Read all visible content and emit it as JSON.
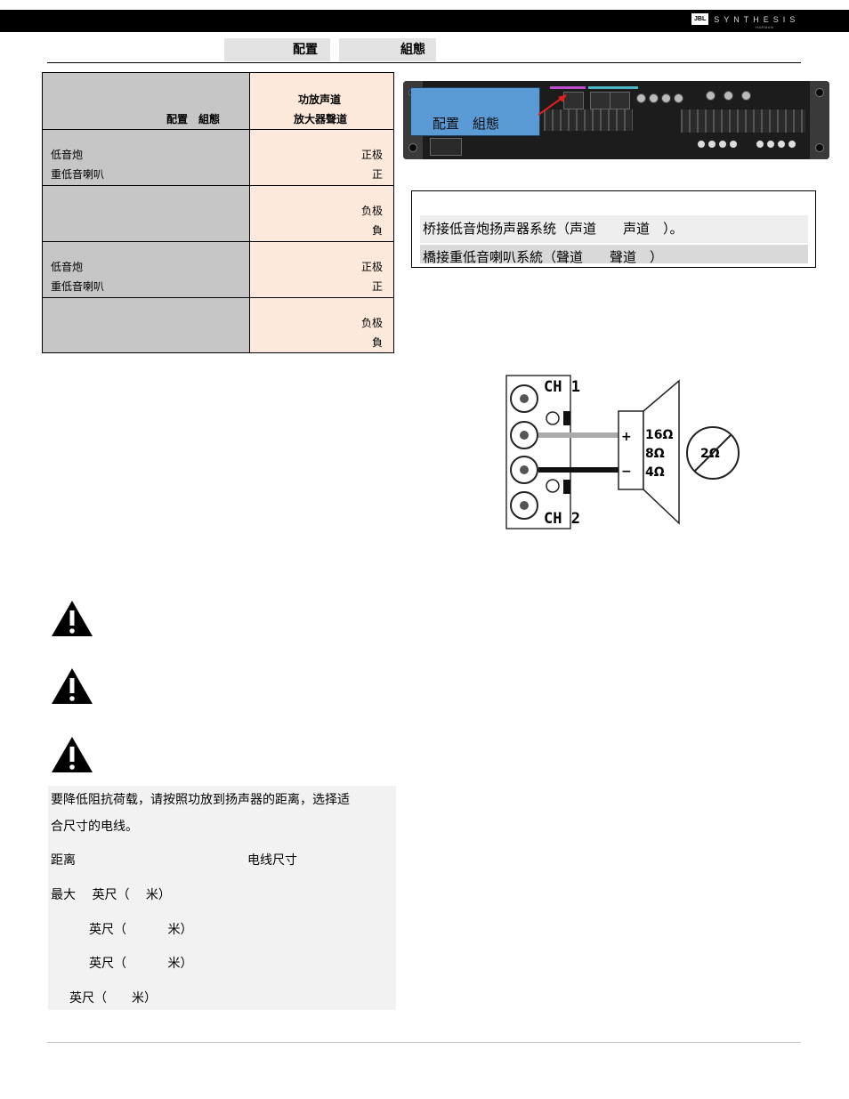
{
  "header": {
    "brand_box": "JBL",
    "brand_word": "SYNTHESIS",
    "brand_sub": "HARMAN"
  },
  "tabs": {
    "simplified": "配置",
    "traditional": "組態"
  },
  "config_table": {
    "header": {
      "left": "配置　組態",
      "right_line1": "功放声道",
      "right_line2": "放大器聲道"
    },
    "rows": [
      {
        "left_line1": "低音炮",
        "left_line2": "重低音喇叭",
        "right_line1": "正极",
        "right_line2": "正"
      },
      {
        "left_line1": "",
        "left_line2": "",
        "right_line1": "负极",
        "right_line2": "負"
      },
      {
        "left_line1": "低音炮",
        "left_line2": "重低音喇叭",
        "right_line1": "正极",
        "right_line2": "正"
      },
      {
        "left_line1": "",
        "left_line2": "",
        "right_line1": "负极",
        "right_line2": "負"
      }
    ]
  },
  "amp_callout": "配置　組態",
  "caption": {
    "simplified": "桥接低音炮扬声器系统（声道　　声道　）。",
    "traditional": "橋接重低音喇叭系統（聲道　　聲道　）"
  },
  "diagram": {
    "ch1": "CH 1",
    "ch2": "CH 2",
    "plus": "+",
    "minus": "−",
    "impedances": [
      "16Ω",
      "8Ω",
      "4Ω"
    ],
    "forbidden": "2Ω"
  },
  "wire_box": {
    "intro_line1": "要降低阻抗荷载，请按照功放到扬声器的距离，选择适",
    "intro_line2": "合尺寸的电线。",
    "col_distance": "距离",
    "col_wire": "电线尺寸",
    "rows": [
      "最大　  英尺（　  米）",
      "英尺（　　　  米）",
      "英尺（　　　   米）",
      "英尺（　　米）"
    ]
  }
}
